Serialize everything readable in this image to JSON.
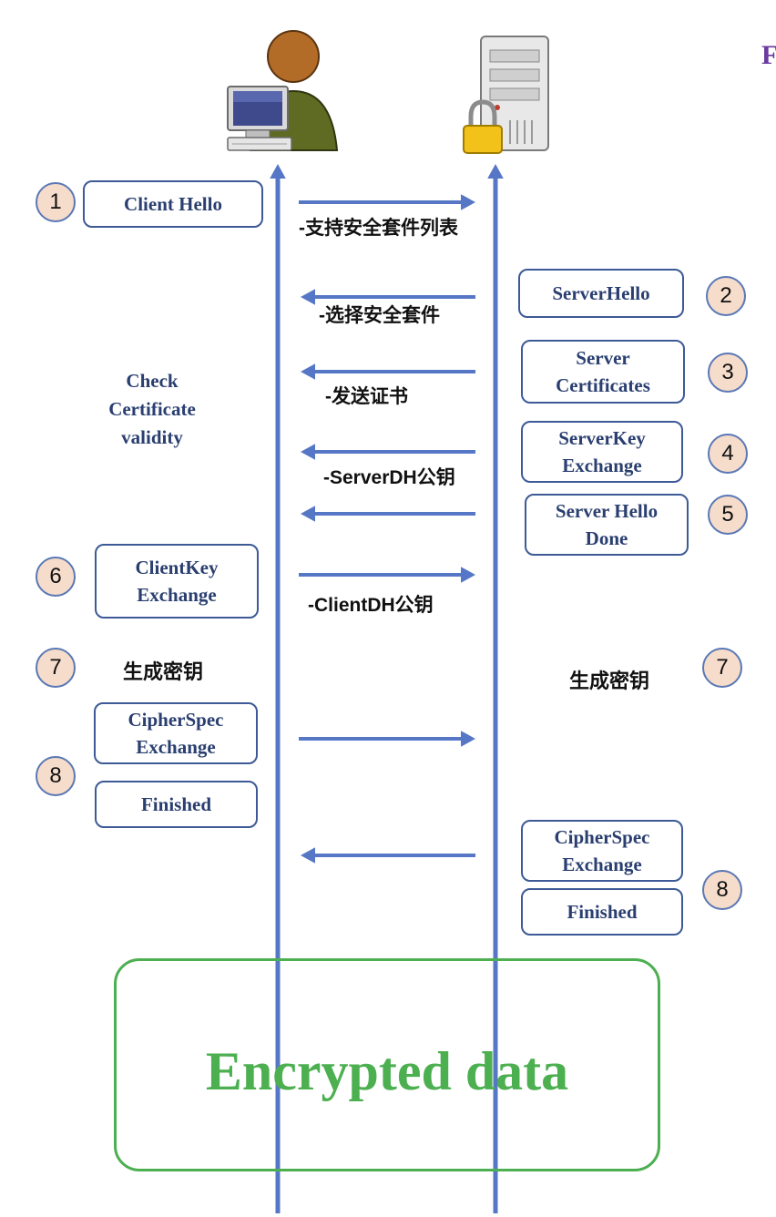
{
  "title_fragment": "F",
  "client_label_hint": "",
  "steps": [
    {
      "id": "s1",
      "number": "1",
      "box": "Client Hello"
    },
    {
      "id": "s2",
      "number": "2",
      "box": "ServerHello"
    },
    {
      "id": "s3",
      "number": "3",
      "box": "Server\nCertificates"
    },
    {
      "id": "s4",
      "number": "4",
      "box": "ServerKey\nExchange"
    },
    {
      "id": "s5",
      "number": "5",
      "box": "Server Hello\nDone"
    },
    {
      "id": "s6",
      "number": "6",
      "box": "ClientKey\nExchange"
    },
    {
      "id": "s7",
      "number": "7"
    },
    {
      "id": "s8",
      "number": "8"
    }
  ],
  "client_cipher_box": "CipherSpec\nExchange",
  "client_finished_box": "Finished",
  "server_cipher_box": "CipherSpec\nExchange",
  "server_finished_box": "Finished",
  "arrow_labels": {
    "a1": "-支持安全套件列表",
    "a2": "-选择安全套件",
    "a3": "-发送证书",
    "a4": "-ServerDH公钥",
    "a6": "-ClientDH公钥"
  },
  "check_note": "Check\nCertificate\nvalidity",
  "keygen_client": "生成密钥",
  "keygen_server": "生成密钥",
  "encrypted_label": "Encrypted data",
  "colors": {
    "lifeline": "#5677c6",
    "box_border": "#3d5a96",
    "step_fill": "#f6dccb",
    "encrypted": "#4caf50"
  },
  "icons": [
    "client-user-computer-icon",
    "locked-server-icon"
  ]
}
